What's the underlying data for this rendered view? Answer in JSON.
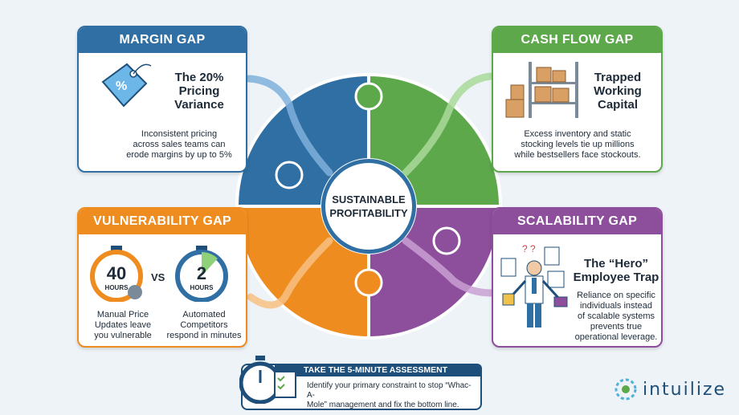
{
  "center": {
    "line1": "SUSTAINABLE",
    "line2": "PROFITABILITY"
  },
  "colors": {
    "blue": "#2f6fa3",
    "green": "#5ca84a",
    "orange": "#ef8c1f",
    "purple": "#8d4f9c",
    "navy": "#1d4f7a"
  },
  "margin": {
    "header": "MARGIN GAP",
    "title_l1": "The 20%",
    "title_l2": "Pricing",
    "title_l3": "Variance",
    "desc_l1": "Inconsistent pricing",
    "desc_l2": "across sales teams can",
    "desc_l3": "erode margins by up to 5%",
    "icon": "price-tag-icon"
  },
  "cashflow": {
    "header": "CASH FLOW GAP",
    "title_l1": "Trapped",
    "title_l2": "Working",
    "title_l3": "Capital",
    "desc_l1": "Excess inventory and static",
    "desc_l2": "stocking levels tie up millions",
    "desc_l3": "while bestsellers face stockouts.",
    "icon": "inventory-shelf-icon"
  },
  "vulnerability": {
    "header": "VULNERABILITY GAP",
    "timer1_value": "40",
    "timer1_unit": "HOURS",
    "vs": "VS",
    "timer2_value": "2",
    "timer2_unit": "HOURS",
    "left_l1": "Manual Price",
    "left_l2": "Updates leave",
    "left_l3": "you vulnerable",
    "right_l1": "Automated",
    "right_l2": "Competitors",
    "right_l3": "respond in minutes"
  },
  "scalability": {
    "header": "SCALABILITY GAP",
    "title_l1": "The “Hero”",
    "title_l2": "Employee Trap",
    "desc_l1": "Reliance on specific",
    "desc_l2": "individuals instead",
    "desc_l3": "of scalable systems",
    "desc_l4": "prevents true",
    "desc_l5": "operational leverage.",
    "icon": "multitasking-employee-icon"
  },
  "assessment": {
    "title": "TAKE THE 5-MINUTE ASSESSMENT",
    "line1": "Identify your primary constraint to stop “Whac-A-",
    "line2": "Mole” management and fix the bottom line.",
    "icon": "stopwatch-checklist-icon"
  },
  "brand": {
    "name": "intuilize"
  }
}
